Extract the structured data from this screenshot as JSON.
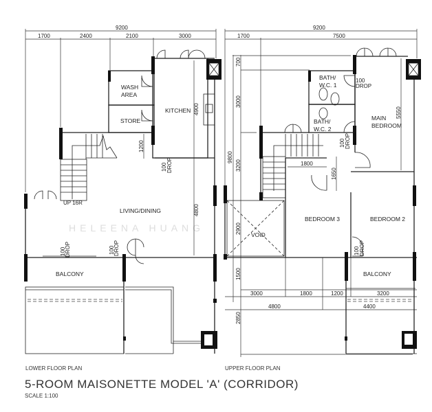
{
  "lower": {
    "plan_label": "LOWER FLOOR PLAN",
    "dims": {
      "total": "9200",
      "d1": "1700",
      "d2": "2400",
      "d3": "2100",
      "d4": "3000",
      "v_kitchen": "4900",
      "v_living": "4800",
      "v_stair": "1200"
    },
    "rooms": {
      "wash": "WASH",
      "area": "AREA",
      "store": "STORE",
      "kitchen": "KITCHEN",
      "living": "LIVING/DINING",
      "balcony": "BALCONY"
    },
    "notes": {
      "up": "UP  16R",
      "drop_num": "100",
      "drop": "DROP"
    }
  },
  "upper": {
    "plan_label": "UPPER FLOOR PLAN",
    "dims": {
      "total": "9200",
      "d1": "1700",
      "d2": "7500",
      "v700": "700",
      "v3000": "3000",
      "v3200": "3200",
      "v9800": "9800",
      "v2900": "2900",
      "v1500": "1500",
      "v2850": "2850",
      "v5550": "5550",
      "h1800": "1800",
      "v1650": "1650",
      "b3000": "3000",
      "b1800": "1800",
      "b1200": "1200",
      "b3200": "3200",
      "b4800": "4800",
      "b4400": "4400"
    },
    "rooms": {
      "bath1a": "BATH/",
      "bath1b": "W.C.  1",
      "bath2a": "BATH/",
      "bath2b": "W.C.  2",
      "main1": "MAIN",
      "main2": "BEDROOM",
      "bed3": "BEDROOM  3",
      "bed2": "BEDROOM  2",
      "void": "VOID",
      "balcony": "BALCONY"
    },
    "notes": {
      "drop_num": "100",
      "drop": "DROP"
    }
  },
  "title": "5-ROOM  MAISONETTE  MODEL  'A'  (CORRIDOR)",
  "scale": "SCALE   1:100",
  "watermark": "HELEENA HUANG"
}
